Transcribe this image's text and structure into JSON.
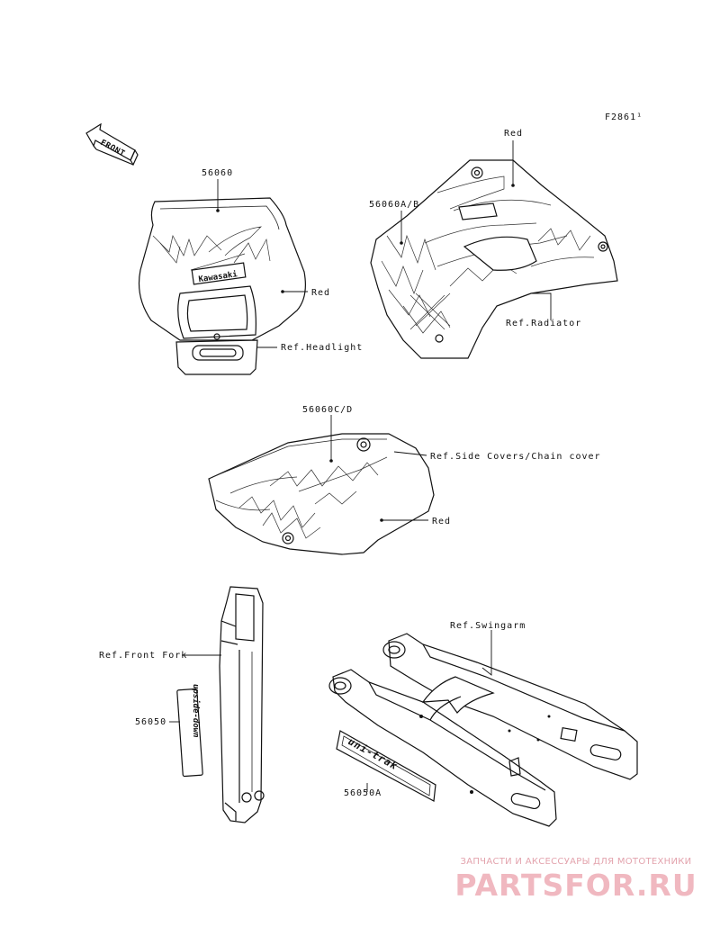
{
  "diagram_code": "F2861¹",
  "front_label": "FRONT",
  "labels": {
    "red_top": "Red",
    "part_56060": "56060",
    "part_56060ab": "56060A/B",
    "red_headlight": "Red",
    "ref_radiator": "Ref.Radiator",
    "ref_headlight": "Ref.Headlight",
    "part_56060cd": "56060C/D",
    "ref_side_covers": "Ref.Side Covers/Chain cover",
    "red_side": "Red",
    "ref_swingarm": "Ref.Swingarm",
    "ref_front_fork": "Ref.Front Fork",
    "part_56050": "56050",
    "part_56050a": "56050A"
  },
  "headlight_logo": "Kawasaki",
  "decal_fork_text": "upside-down",
  "decal_swingarm_text": "uni-trak",
  "watermark": {
    "subtitle": "ЗАПЧАСТИ И АКСЕССУАРЫ ДЛЯ МОТОТЕХНИКИ",
    "brand": "PARTSFOR.RU"
  },
  "colors": {
    "line": "#111111",
    "background": "#ffffff",
    "watermark": "#f0b8c0"
  }
}
